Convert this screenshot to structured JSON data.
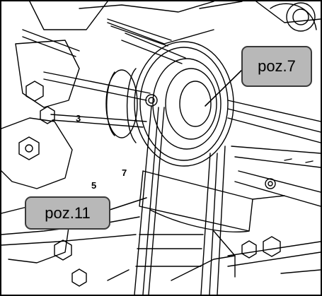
{
  "diagram": {
    "callouts": [
      {
        "id": "poz7",
        "label": "poz.7"
      },
      {
        "id": "poz11",
        "label": "poz.11"
      }
    ],
    "engraved_numbers": [
      "3",
      "5",
      "7"
    ]
  }
}
